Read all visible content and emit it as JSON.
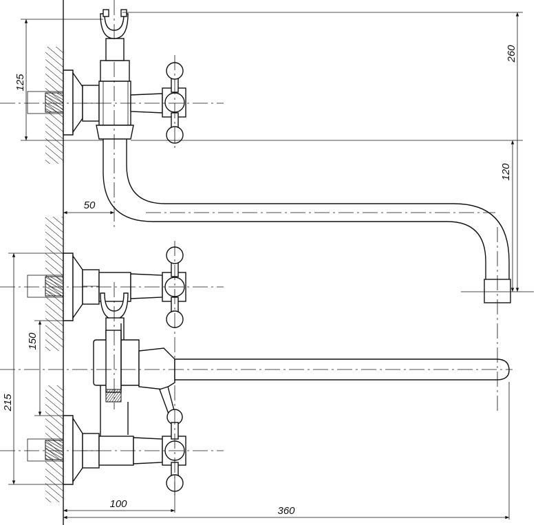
{
  "dimensions": {
    "d260": "260",
    "d125": "125",
    "d120": "120",
    "d50": "50",
    "d150": "150",
    "d215": "215",
    "d100": "100",
    "d360": "360"
  }
}
